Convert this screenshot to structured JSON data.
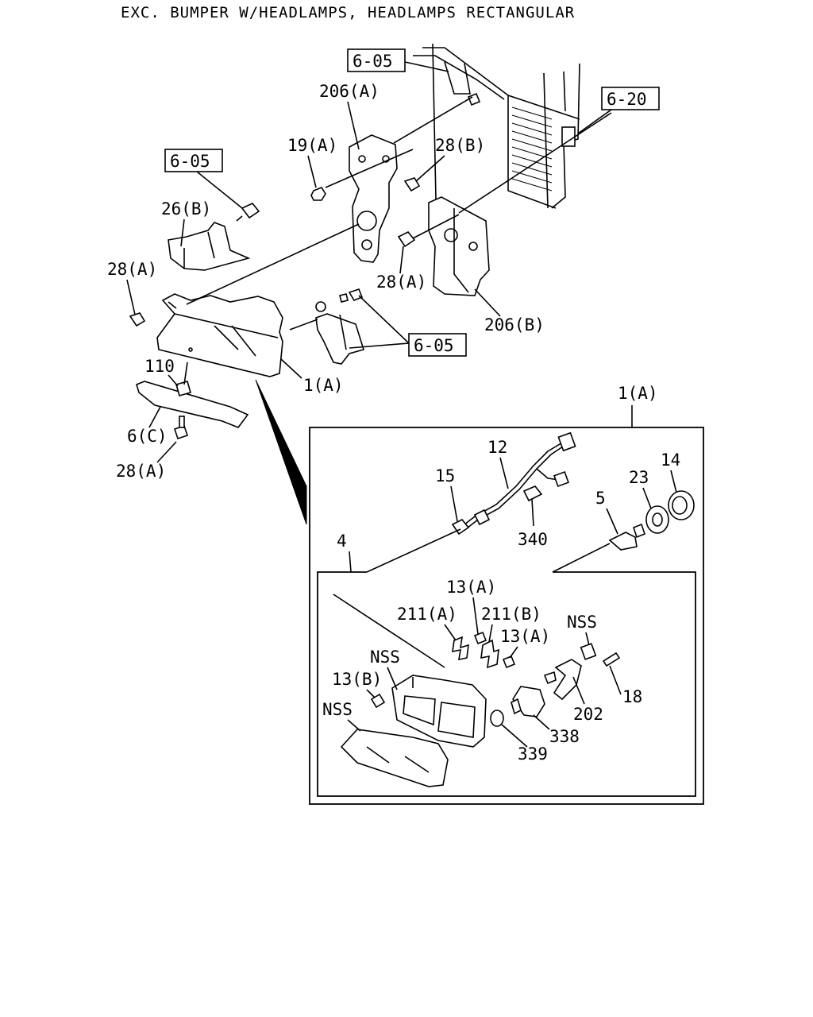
{
  "title": "EXC. BUMPER W/HEADLAMPS, HEADLAMPS RECTANGULAR",
  "refs": {
    "r605_top": "6-05",
    "r620": "6-20",
    "r605_left": "6-05",
    "r605_mid": "6-05"
  },
  "callouts": {
    "c206a": "206(A)",
    "c19a": "19(A)",
    "c28b": "28(B)",
    "c26b": "26(B)",
    "c28a_left": "28(A)",
    "c28a_mid": "28(A)",
    "c206b": "206(B)",
    "c110": "110",
    "c1a_main": "1(A)",
    "c6c": "6(C)",
    "c28a_bottom": "28(A)",
    "c1a_detail": "1(A)",
    "c12": "12",
    "c14": "14",
    "c15": "15",
    "c23": "23",
    "c5": "5",
    "c340": "340",
    "c4": "4",
    "c13a_top": "13(A)",
    "c211a": "211(A)",
    "c211b": "211(B)",
    "c13a_mid": "13(A)",
    "cnss_right": "NSS",
    "cnss_mid": "NSS",
    "c13b": "13(B)",
    "c18": "18",
    "cnss_left": "NSS",
    "c202": "202",
    "c338": "338",
    "c339": "339"
  }
}
